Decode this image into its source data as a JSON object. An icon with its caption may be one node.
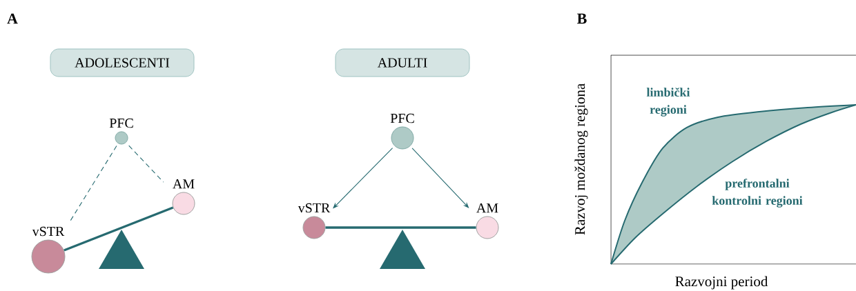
{
  "diagram": {
    "nodes": [
      {
        "text": [
          "ADOLESCENTI"
        ]
      },
      {
        "text": [
          "PFC"
        ]
      },
      {
        "text": [
          "vSTR"
        ]
      },
      {
        "text": [
          "AM"
        ]
      },
      {
        "text": [
          "ADULTI"
        ]
      },
      {
        "text": [
          "PFC"
        ]
      },
      {
        "text": [
          "vSTR"
        ]
      },
      {
        "text": [
          "AM"
        ]
      }
    ],
    "edges": [
      {
        "from": 1,
        "to": 2,
        "arrow": "none",
        "style": "dashed"
      },
      {
        "from": 1,
        "to": 3,
        "arrow": "none",
        "style": "dashed"
      },
      {
        "from": 2,
        "to": 3,
        "arrow": "none",
        "style": "thick"
      },
      {
        "from": 5,
        "to": 6,
        "arrow": "to"
      },
      {
        "from": 5,
        "to": 7,
        "arrow": "to"
      },
      {
        "from": 6,
        "to": 7,
        "arrow": "none",
        "style": "thick"
      }
    ],
    "labels": [
      "A",
      "B",
      "Razvoj moždanog regiona",
      "limbički regioni",
      "prefrontalni kontrolni regioni",
      "Razvojni period"
    ]
  }
}
